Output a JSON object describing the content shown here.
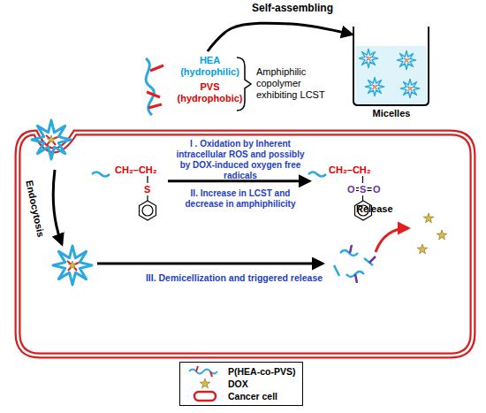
{
  "diagram": {
    "nodes": [
      {
        "text": [
          "HEA (hydrophilic)",
          "PVS (hydrophobic)",
          "Amphiphilic copolymer exhibiting LCST"
        ]
      },
      {
        "text": [
          "Micelles"
        ]
      },
      {
        "text": [
          "CH₂–CH₂",
          "S"
        ]
      },
      {
        "text": [
          "CH₂–CH₂",
          "O",
          "S",
          "O"
        ]
      }
    ],
    "edges": [
      {
        "from": 0,
        "to": 1,
        "label": "Self-assembling",
        "arrow": "to"
      },
      {
        "from": 2,
        "to": 3,
        "arrow": "to"
      }
    ],
    "labels": [
      "Endocytosis",
      "I . Oxidation by Inherent intracellular ROS and possibly by DOX-induced oxygen free radicals",
      "II. Increase in LCST and decrease in amphiphilicity",
      "III. Demicellization and triggered release",
      "Release"
    ],
    "legend": [
      {
        "text": "P(HEA-co-PVS)"
      },
      {
        "text": "DOX"
      },
      {
        "text": "Cancer cell"
      }
    ]
  }
}
